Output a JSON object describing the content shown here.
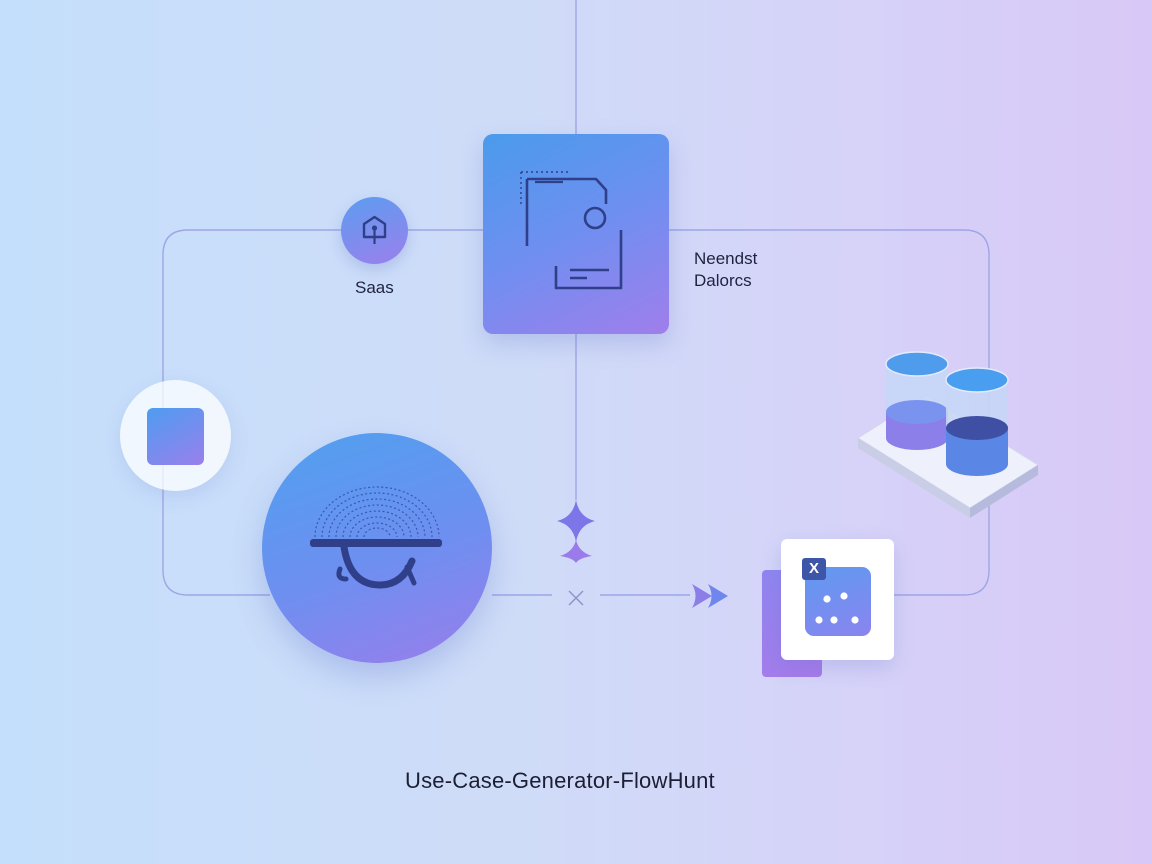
{
  "labels": {
    "saas": "Saas",
    "needs": "Neendst\nDalorcs",
    "title": "Use-Case-Generator-FlowHunt"
  },
  "icons": {
    "house": "house-pin-icon",
    "document": "document-icon",
    "fingerprint": "fingerprint-bowl-icon",
    "database": "database-cylinders-icon",
    "spreadsheet": "excel-file-icon",
    "sparkle": "sparkle-icon",
    "arrow": "double-arrow-icon",
    "cross": "cross-icon"
  },
  "tile_badge": "X",
  "colors": {
    "line": "#9ea6e6",
    "navy": "#2f3f8a",
    "blue": "#4a9bec",
    "violet": "#9f7eec"
  }
}
